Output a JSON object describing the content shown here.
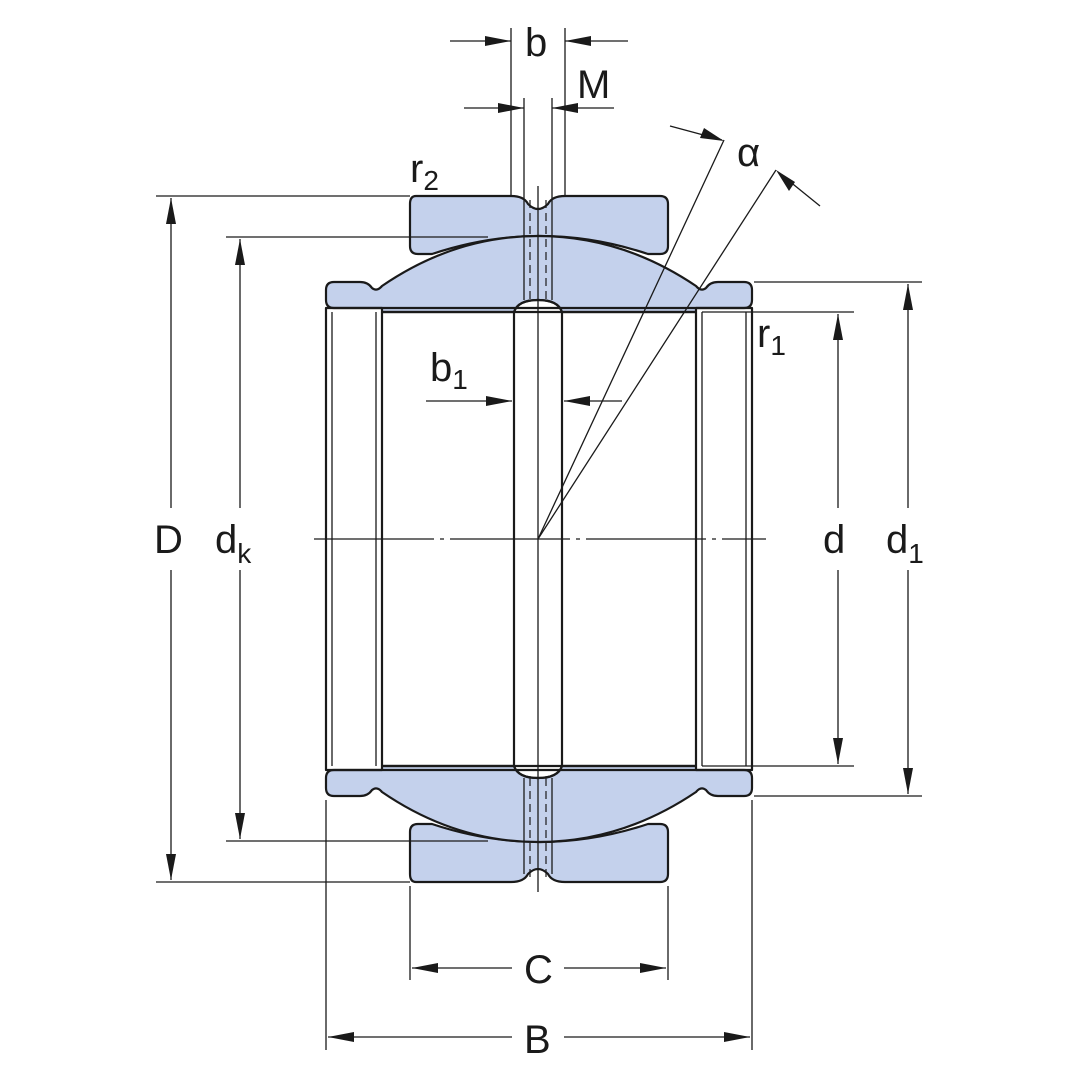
{
  "colors": {
    "fill": "#c4d1ec",
    "line": "#1a1a1a"
  },
  "labels": {
    "b": "b",
    "M": "M",
    "alpha": "α",
    "r2": {
      "base": "r",
      "sub": "2"
    },
    "r1": {
      "base": "r",
      "sub": "1"
    },
    "b1": {
      "base": "b",
      "sub": "1"
    },
    "D": "D",
    "dk": {
      "base": "d",
      "sub": "k"
    },
    "d": "d",
    "d1": {
      "base": "d",
      "sub": "1"
    },
    "C": "C",
    "B": "B"
  }
}
